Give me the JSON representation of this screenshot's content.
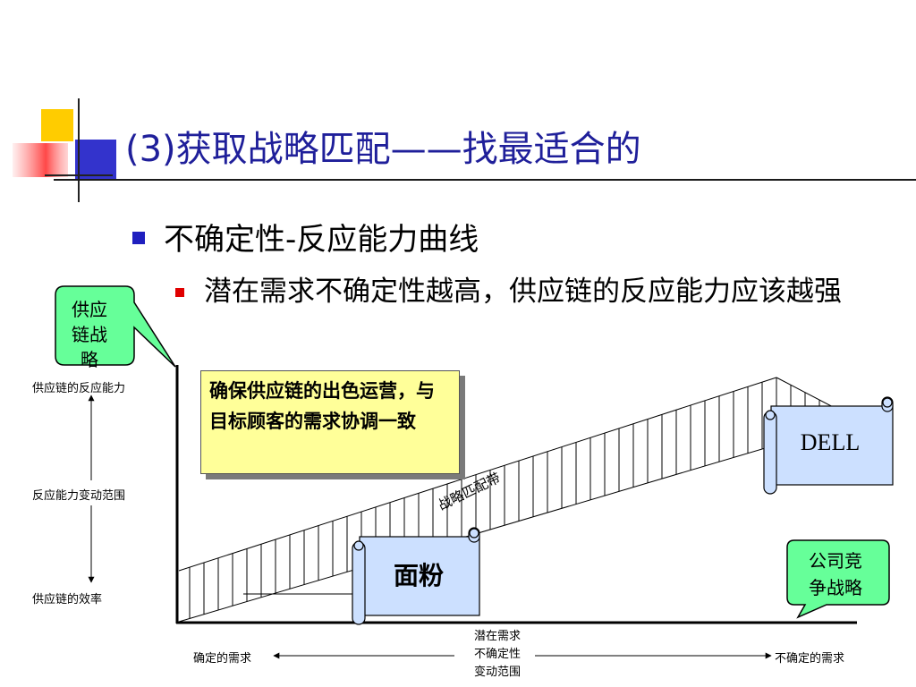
{
  "title": "(3)获取战略匹配——找最适合的",
  "bullet1": "不确定性-反应能力曲线",
  "bullet2": "潜在需求不确定性越高，供应链的反应能力应该越强",
  "left_callout": [
    "供应",
    "链战",
    "略"
  ],
  "right_callout": [
    "公司竞",
    "争战略"
  ],
  "y_axis": {
    "top": "供应链的反应能力",
    "middle": "反应能力变动范围",
    "bottom": "供应链的效率"
  },
  "x_axis": {
    "left": "确定的需求",
    "middle": [
      "潜在需求",
      "不确定性",
      "变动范围"
    ],
    "right": "不确定的需求"
  },
  "note_box": "确保供应链的出色运营，与目标顾客的需求协调一致",
  "band_label": "战略匹配带",
  "scroll_dell": "DELL",
  "scroll_flour": "面粉",
  "colors": {
    "title": "#1f1f9a",
    "callout_fill": "#66ff99",
    "note_fill": "#ffff99",
    "scroll_fill": "#cce0ff"
  }
}
